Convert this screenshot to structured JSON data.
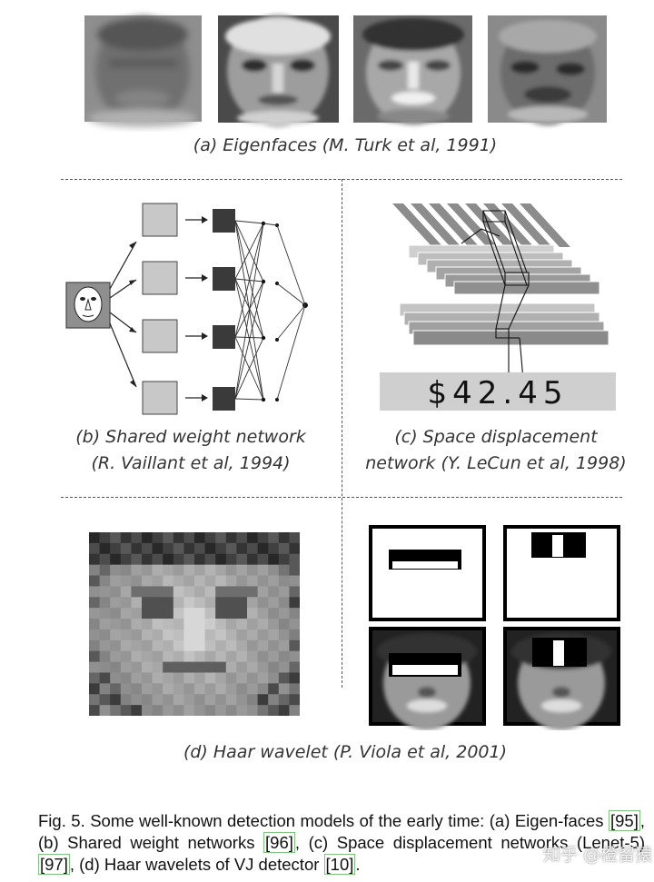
{
  "captions": {
    "a": "(a) Eigenfaces  (M. Turk et al, 1991)",
    "b_line1": "(b) Shared weight network",
    "b_line2": "(R. Vaillant et al, 1994)",
    "c_line1": "(c) Space displacement",
    "c_line2": "network (Y. LeCun et al, 1998)",
    "d": "(d) Haar wavelet  (P. Viola et al, 2001)"
  },
  "digits_text": "$42.45",
  "figure_caption": {
    "p1": "Fig. 5.  Some well-known detection models of the early time: (a) Eigen-faces ",
    "r1": "[95]",
    "p2": ", (b) Shared weight networks ",
    "r2": "[96]",
    "p3": ", (c) Space displacement networks (Lenet-5) ",
    "r3": "[97]",
    "p4": ", (d) Haar wavelets of VJ detector ",
    "r4": "[10]",
    "p5": "."
  },
  "watermark": "知乎 @橙留猿",
  "colors": {
    "light_box": "#c8c8c8",
    "dark_box": "#3a3a3a",
    "stripe": "#8c8c8c",
    "layer_light": "#bdbdbd",
    "layer_mid": "#a3a3a3",
    "layer_dark": "#8a8a8a",
    "ref_border": "#7dc47d"
  }
}
